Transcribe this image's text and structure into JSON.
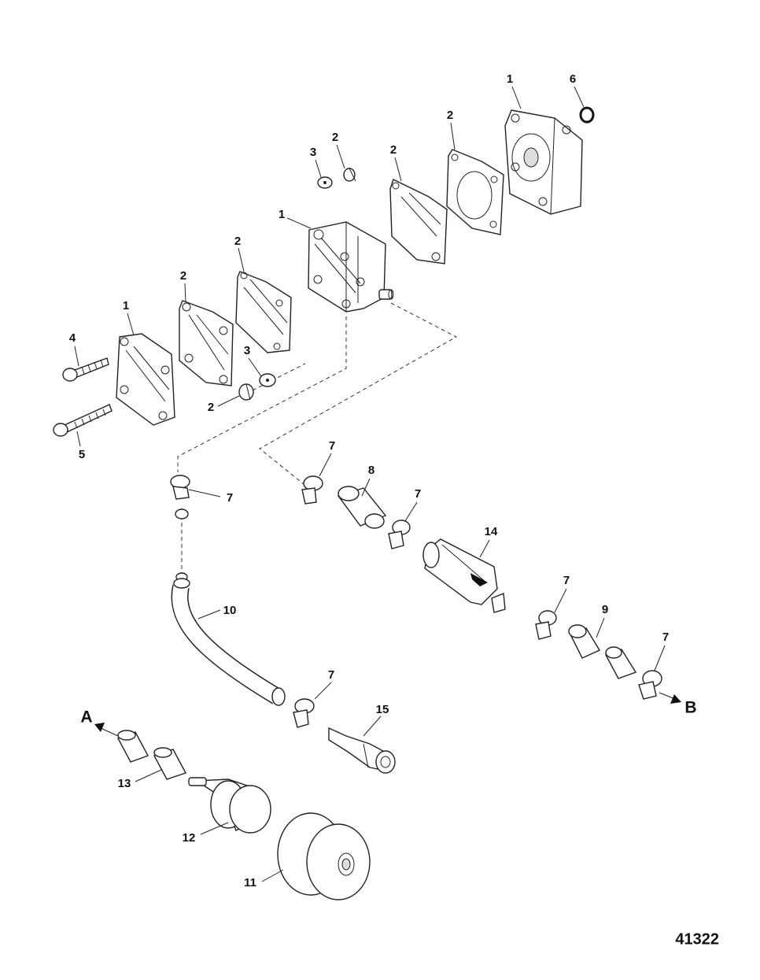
{
  "diagram": {
    "figure_number": "41322",
    "callouts": {
      "c_1_top": "1",
      "c_6": "6",
      "c_2_gasket_r": "2",
      "c_2_plate_r": "2",
      "c_3_top": "3",
      "c_2_top_small": "2",
      "c_1_mid": "1",
      "c_2_plate_m": "2",
      "c_2_gasket_l": "2",
      "c_1_left": "1",
      "c_4": "4",
      "c_5": "5",
      "c_3_low": "3",
      "c_2_low": "2",
      "c_7_a": "7",
      "c_7_b": "7",
      "c_8": "8",
      "c_7_c": "7",
      "c_14": "14",
      "c_7_d": "7",
      "c_9": "9",
      "c_7_e": "7",
      "c_10": "10",
      "c_7_f": "7",
      "c_15": "15",
      "c_13": "13",
      "c_12": "12",
      "c_11": "11"
    },
    "arrows": {
      "a": "A",
      "b": "B"
    }
  }
}
